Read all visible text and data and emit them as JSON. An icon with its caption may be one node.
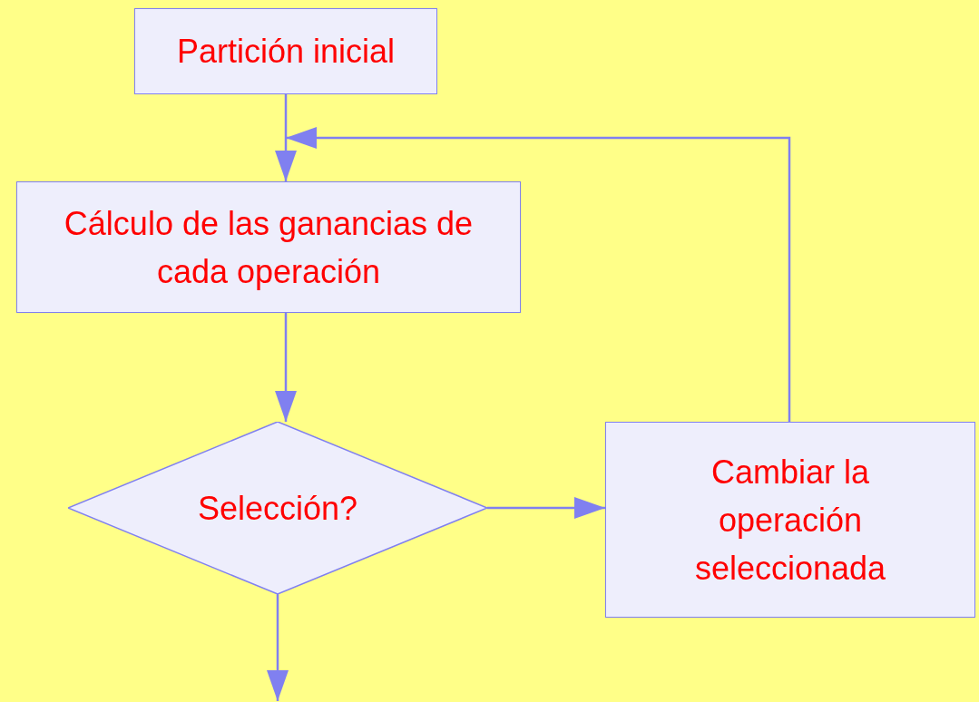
{
  "diagram": {
    "nodes": [
      {
        "text": [
          "Partición inicial"
        ]
      },
      {
        "text": [
          "Cálculo de las ganancias de cada operación"
        ]
      },
      {
        "text": [
          "Selección?"
        ]
      },
      {
        "text": [
          "Cambiar la operación seleccionada"
        ]
      }
    ],
    "edges": [
      {
        "from": 0,
        "to": 1,
        "arrow": "to"
      },
      {
        "from": 1,
        "to": 2,
        "arrow": "to"
      },
      {
        "from": 2,
        "to": 3,
        "arrow": "to"
      },
      {
        "from": 3,
        "to": 1,
        "arrow": "to"
      },
      {
        "from": 2,
        "to": null,
        "arrow": "to"
      }
    ]
  }
}
